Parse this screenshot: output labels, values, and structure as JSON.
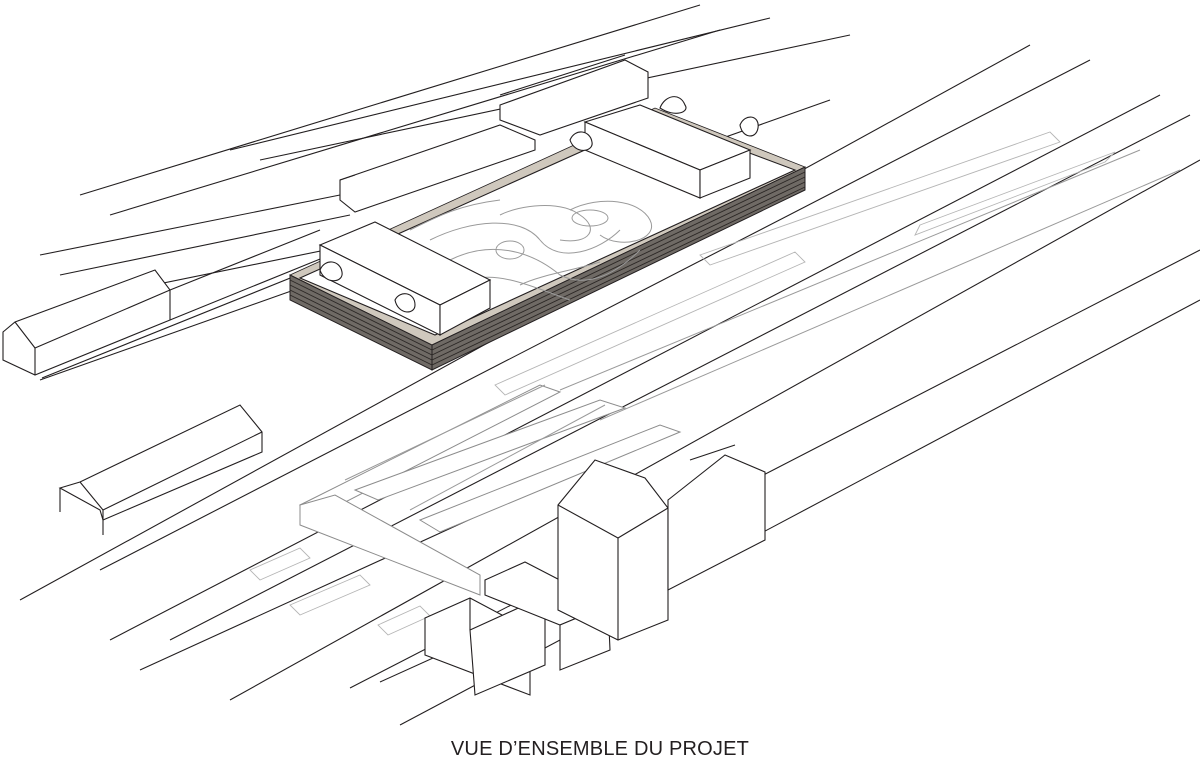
{
  "caption": "VUE D’ENSEMBLE DU PROJET",
  "drawing": {
    "type": "axonometric architectural line drawing",
    "elements": [
      "rail-tracks",
      "raised-park-platform",
      "pavilion-block-west",
      "pavilion-block-east",
      "contour-garden",
      "trees",
      "station-halls",
      "footbridge",
      "station-building-cluster"
    ]
  },
  "colors": {
    "line": "#231f20",
    "wall": "#6f6a65",
    "inner_edge": "#cfc8bd",
    "secondary_line": "#9a9a9a"
  }
}
